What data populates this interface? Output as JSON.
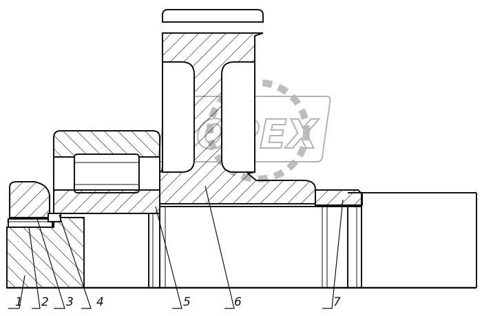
{
  "drawing": {
    "callouts": [
      "1",
      "2",
      "3",
      "4",
      "5",
      "6",
      "7"
    ]
  },
  "watermark": {
    "text": "OPEX"
  }
}
